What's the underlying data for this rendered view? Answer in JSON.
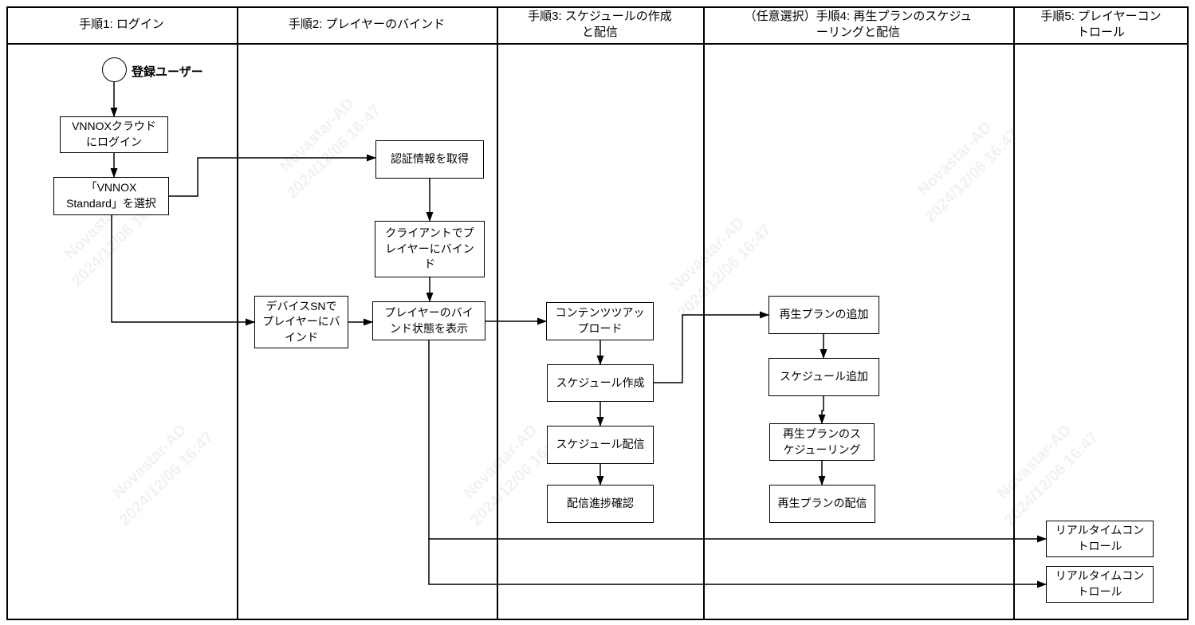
{
  "diagram": {
    "lanes": {
      "lane1": "手順1: ログイン",
      "lane2": "手順2: プレイヤーのバインド",
      "lane3": "手順3: スケジュールの作成\nと配信",
      "lane4": "（任意選択）手順4: 再生プランのスケジュ\nーリングと配信",
      "lane5": "手順5: プレイヤーコン\nトロール"
    },
    "start_label": "登録ユーザー",
    "nodes": {
      "login_vnnox": "VNNOXクラウド\nにログイン",
      "select_standard": "「VNNOX\nStandard」を選択",
      "get_auth": "認証情報を取得",
      "bind_client": "クライアントでプ\nレイヤーにバイン\nド",
      "bind_device_sn": "デバイスSNで\nプレイヤーにバ\nインド",
      "bind_status": "プレイヤーのバイ\nンド状態を表示",
      "content_upload": "コンテンツツアッ\nプロード",
      "create_schedule": "スケジュール作成",
      "publish_schedule": "スケジュール配信",
      "check_progress": "配信進捗確認",
      "add_play_plan": "再生プランの追加",
      "add_schedule": "スケジュール追加",
      "plan_scheduling": "再生プランのス\nケジューリング",
      "publish_play_plan": "再生プランの配信",
      "realtime_control_1": "リアルタイムコン\nトロール",
      "realtime_control_2": "リアルタイムコン\nトロール"
    },
    "watermark": {
      "brand": "Novastar-AD",
      "timestamp": "2024/12/06 16:47"
    }
  }
}
